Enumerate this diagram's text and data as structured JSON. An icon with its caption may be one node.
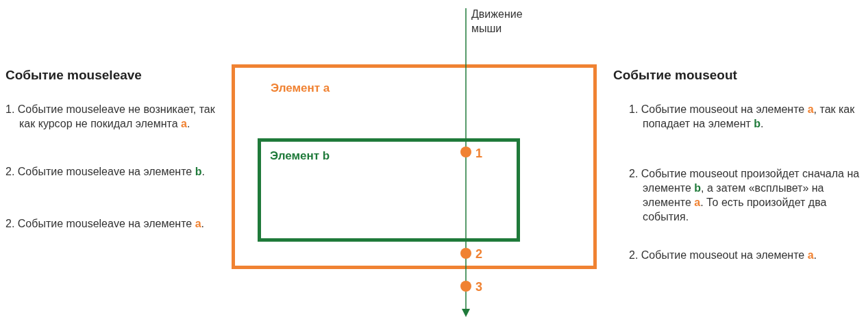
{
  "diagram": {
    "nodes": [
      {
        "text": [
          "Элемент a"
        ]
      },
      {
        "text": [
          "Элемент b"
        ],
        "in": 0
      }
    ],
    "labels": [
      "Движение мыши",
      "Событие mouseleave",
      "Событие mouseout",
      "1. Событие mouseleave не возникает, так как курсор не покидал элемнта **a**.",
      "2. Событие mouseleave на элементе *b*.",
      "2. Событие mouseleave на элементе **a**.",
      "1",
      "2",
      "3",
      "1. Событие mouseout на элементе **a**, так как попадает на элемент *b*.",
      "2. Событие mouseout произойдет сначала на элементе *b*, а затем «всплывет» на элементе **a**. То есть произойдет два события.",
      "2. Событие mouseout на элементе **a**."
    ]
  }
}
